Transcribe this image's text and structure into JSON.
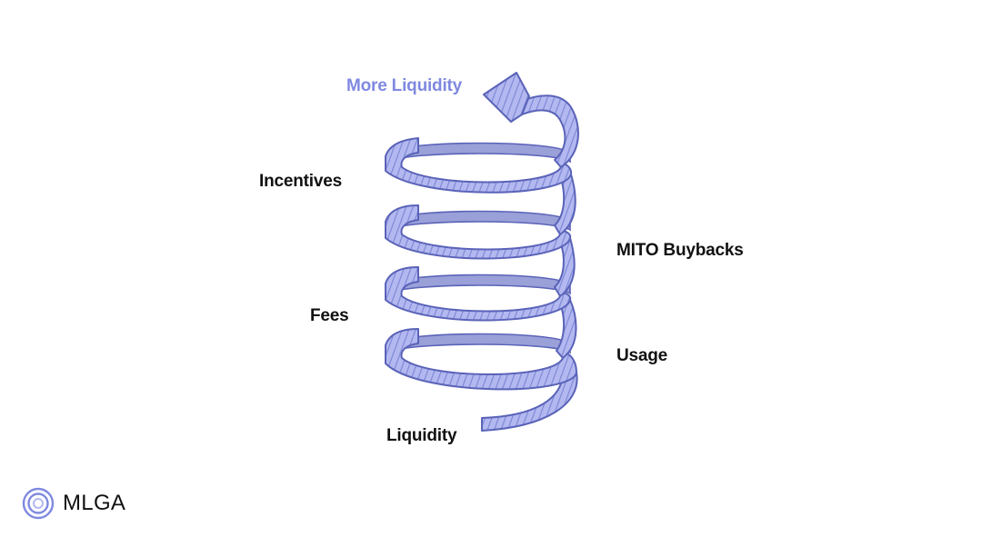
{
  "diagram": {
    "labels": {
      "more_liquidity": "More Liquidity",
      "incentives": "Incentives",
      "mito_buybacks": "MITO Buybacks",
      "fees": "Fees",
      "usage": "Usage",
      "liquidity": "Liquidity"
    },
    "colors": {
      "ribbon_fill": "#b3b9f0",
      "ribbon_hatch": "#7f88d6",
      "ribbon_outline": "#5a63b8",
      "ribbon_back": "#8a90c8",
      "accent_text": "#7f89e0",
      "text": "#111111"
    }
  },
  "brand": {
    "name": "MLGA",
    "icon": "concentric-rings-logo"
  }
}
